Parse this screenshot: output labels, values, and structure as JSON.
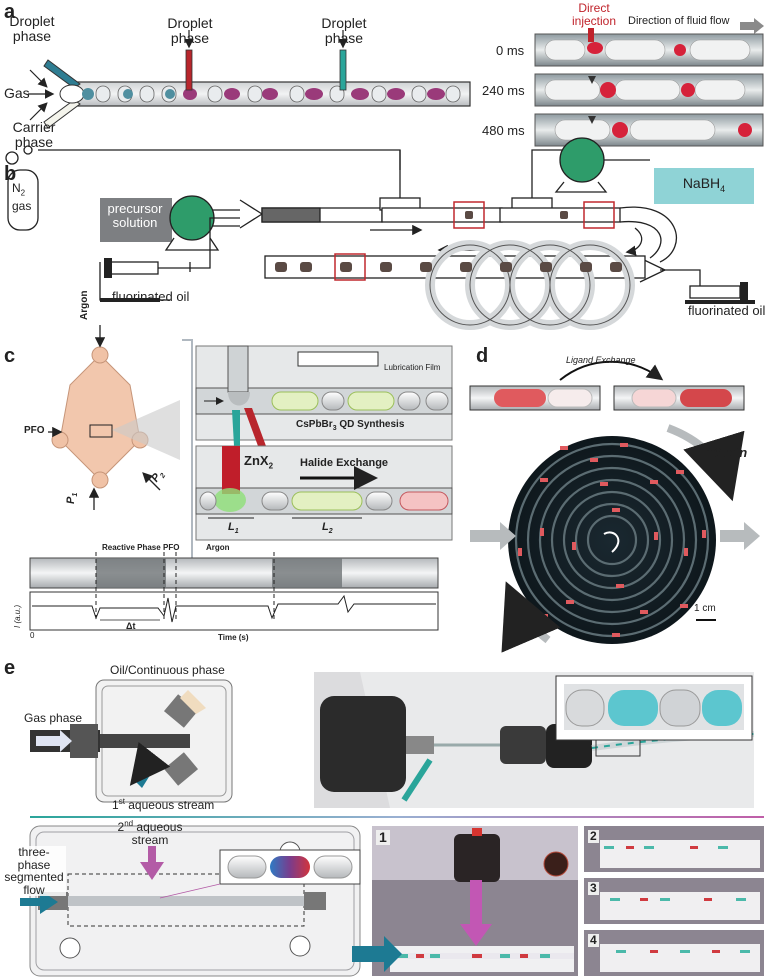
{
  "panels": {
    "a": {
      "letter": "a",
      "droplet_phase_1": "Droplet phase",
      "droplet_phase_2": "Droplet phase",
      "droplet_phase_3": "Droplet phase",
      "gas": "Gas",
      "carrier_phase": "Carrier phase",
      "direct_injection": "Direct injection",
      "direction": "Direction of fluid flow",
      "times": [
        "0 ms",
        "240 ms",
        "480 ms"
      ]
    },
    "b": {
      "letter": "b",
      "n2": "N",
      "n2_sub": "2",
      "n2_gas": "gas",
      "precursor": "precursor solution",
      "nabh4_main": "NaBH",
      "nabh4_sub": "4",
      "oil_left": "fluorinated oil",
      "oil_right": "fluorinated oil"
    },
    "c": {
      "letter": "c",
      "argon_top": "Argon",
      "pfo": "PFO",
      "p1": "P",
      "p1_sub": "1",
      "p2": "P",
      "p2_sub": "2",
      "lubrication": "Lubrication Film",
      "synthesis": "CsPbBr",
      "synthesis_sub": "3",
      "synthesis_tail": " QD Synthesis",
      "znx": "ZnX",
      "znx_sub": "2",
      "halide": "Halide Exchange",
      "l1": "L",
      "l1_sub": "1",
      "l2": "L",
      "l2_sub": "2",
      "reactive": "Reactive Phase",
      "pfo_small": "PFO",
      "argon_small": "Argon",
      "ylabel": "I (a.u.)",
      "delta_t": "Δt",
      "zero": "0",
      "xlabel": "Time (s)"
    },
    "d": {
      "letter": "d",
      "ligand": "Ligand Exchange",
      "time": "16 min",
      "scale": "1 cm"
    },
    "e": {
      "letter": "e",
      "oil": "Oil/Continuous phase",
      "gas_phase": "Gas phase",
      "first_aq": "1",
      "first_aq_sup": "st",
      "first_aq_tail": " aqueous stream",
      "second_aq": "2",
      "second_aq_sup": "nd",
      "second_aq_tail": " aqueous stream",
      "three_phase": "three-phase segmented flow",
      "insets": [
        "1",
        "2",
        "3",
        "4"
      ]
    }
  },
  "colors": {
    "red_injector": "#b8262c",
    "teal": "#2aa59a",
    "green_pump": "#2e9c6a",
    "nabh4_box": "#8fd3d6",
    "droplet_purple": "#9a3a7a",
    "arrow_blue": "#1d7a93",
    "arrow_purple": "#b35ba6"
  }
}
